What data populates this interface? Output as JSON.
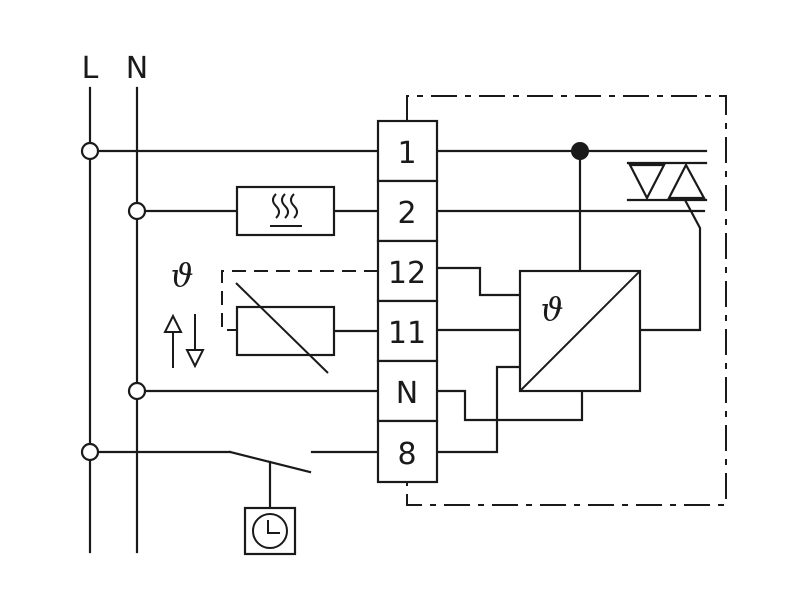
{
  "rails": {
    "line_label": "L",
    "neutral_label": "N"
  },
  "terminals": [
    "1",
    "2",
    "12",
    "11",
    "N",
    "8"
  ],
  "controller": {
    "symbol": "ϑ"
  },
  "sensor": {
    "symbol": "ϑ"
  },
  "icons": {
    "heater": "heating-element-icon",
    "sensor": "ntc-sensor-icon",
    "triac": "triac-icon",
    "timer": "clock-timer-icon",
    "up_down": "up-down-arrows-icon"
  }
}
